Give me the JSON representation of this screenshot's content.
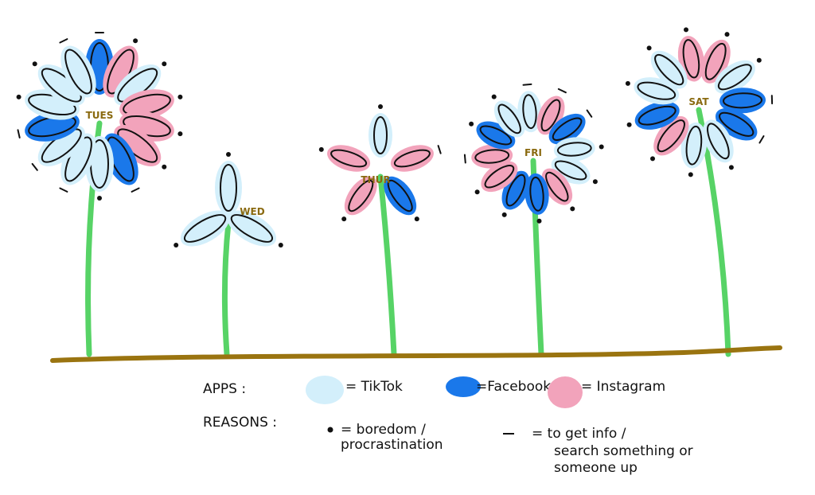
{
  "apps": {
    "tiktok": {
      "label": "= TikTok",
      "color": "#d3effb"
    },
    "facebook": {
      "label": "=Facebook",
      "color": "#1a78ea"
    },
    "instagram": {
      "label": "= Instagram",
      "color": "#f2a3bb"
    }
  },
  "reasons": {
    "dot": {
      "label_line1": "= boredom /",
      "label_line2": "procrastination"
    },
    "dash": {
      "label_line1": "= to get info /",
      "label_line2": "search something or",
      "label_line3": "someone up"
    }
  },
  "legend": {
    "apps_title": "APPS :",
    "reasons_title": "REASONS :"
  },
  "colors": {
    "stem": "#57d366",
    "ground": "#9a7410",
    "day_label": "#8a6a10"
  },
  "flowers": [
    {
      "day": "TUES",
      "petals": [
        {
          "app": "facebook",
          "reason": "dash"
        },
        {
          "app": "instagram",
          "reason": "dot"
        },
        {
          "app": "tiktok",
          "reason": "dot"
        },
        {
          "app": "instagram",
          "reason": "dot"
        },
        {
          "app": "instagram",
          "reason": "dot"
        },
        {
          "app": "instagram",
          "reason": "dot"
        },
        {
          "app": "facebook",
          "reason": "dash"
        },
        {
          "app": "tiktok",
          "reason": "dot"
        },
        {
          "app": "tiktok",
          "reason": "dash"
        },
        {
          "app": "tiktok",
          "reason": "dash"
        },
        {
          "app": "facebook",
          "reason": "dash"
        },
        {
          "app": "tiktok",
          "reason": "dot"
        },
        {
          "app": "tiktok",
          "reason": "dot"
        },
        {
          "app": "tiktok",
          "reason": "dash"
        }
      ]
    },
    {
      "day": "WED",
      "petals": [
        {
          "app": "tiktok",
          "reason": "dot"
        },
        {
          "app": "tiktok",
          "reason": "dot"
        },
        {
          "app": "tiktok",
          "reason": "dot"
        }
      ]
    },
    {
      "day": "THUR",
      "petals": [
        {
          "app": "tiktok",
          "reason": "dot"
        },
        {
          "app": "instagram",
          "reason": "dash"
        },
        {
          "app": "facebook",
          "reason": "dot"
        },
        {
          "app": "instagram",
          "reason": "dot"
        },
        {
          "app": "instagram",
          "reason": "dot"
        }
      ]
    },
    {
      "day": "FRI",
      "petals": [
        {
          "app": "tiktok",
          "reason": "dash"
        },
        {
          "app": "instagram",
          "reason": "dash"
        },
        {
          "app": "facebook",
          "reason": "dash"
        },
        {
          "app": "tiktok",
          "reason": "dot"
        },
        {
          "app": "tiktok",
          "reason": "dot"
        },
        {
          "app": "instagram",
          "reason": "dot"
        },
        {
          "app": "facebook",
          "reason": "dot"
        },
        {
          "app": "facebook",
          "reason": "dot"
        },
        {
          "app": "instagram",
          "reason": "dot"
        },
        {
          "app": "instagram",
          "reason": "dash"
        },
        {
          "app": "facebook",
          "reason": "dot"
        },
        {
          "app": "tiktok",
          "reason": "dot"
        }
      ]
    },
    {
      "day": "SAT",
      "petals": [
        {
          "app": "instagram",
          "reason": "dot"
        },
        {
          "app": "instagram",
          "reason": "dot"
        },
        {
          "app": "tiktok",
          "reason": "dot"
        },
        {
          "app": "facebook",
          "reason": "dash"
        },
        {
          "app": "facebook",
          "reason": "dash"
        },
        {
          "app": "tiktok",
          "reason": "dot"
        },
        {
          "app": "tiktok",
          "reason": "dot"
        },
        {
          "app": "instagram",
          "reason": "dot"
        },
        {
          "app": "facebook",
          "reason": "dot"
        },
        {
          "app": "tiktok",
          "reason": "dot"
        },
        {
          "app": "tiktok",
          "reason": "dot"
        }
      ]
    }
  ]
}
